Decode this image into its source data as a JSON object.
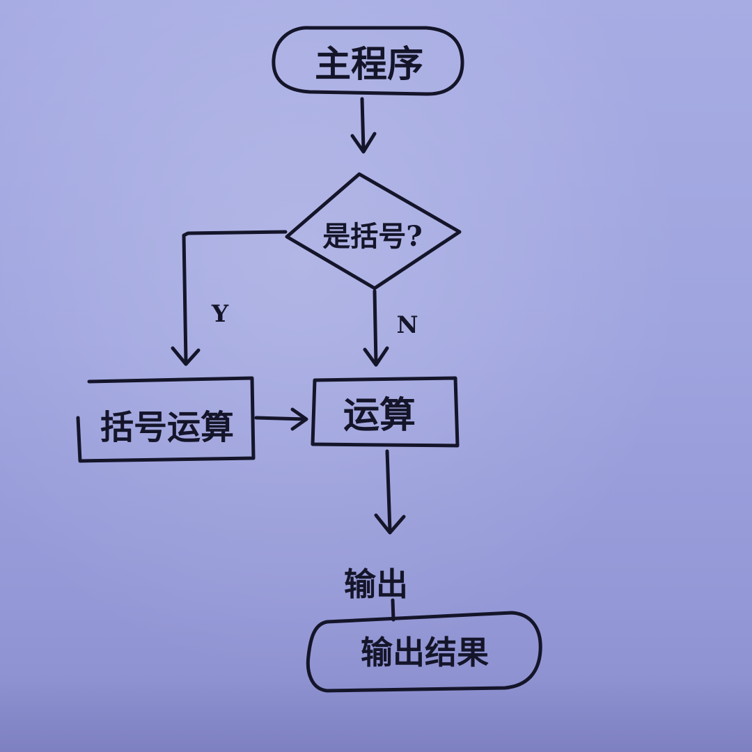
{
  "diagram": {
    "nodes": {
      "start": {
        "label": "主程序",
        "shape": "terminal"
      },
      "decision": {
        "label": "是括号?",
        "shape": "decision"
      },
      "bracket_op": {
        "label": "括号运算",
        "shape": "process"
      },
      "operation": {
        "label": "运算",
        "shape": "process"
      },
      "end": {
        "label": "输出结果",
        "shape": "terminal"
      }
    },
    "edge_labels": {
      "yes": "Y",
      "no": "N",
      "output": "输出"
    },
    "edges": [
      {
        "from": "start",
        "to": "decision",
        "label": ""
      },
      {
        "from": "decision",
        "to": "bracket_op",
        "label": "Y"
      },
      {
        "from": "decision",
        "to": "operation",
        "label": "N"
      },
      {
        "from": "bracket_op",
        "to": "operation",
        "label": ""
      },
      {
        "from": "operation",
        "to": "end",
        "label": "输出"
      }
    ],
    "colors": {
      "ink": "#15152a",
      "paper": "#a3a8e1"
    }
  }
}
